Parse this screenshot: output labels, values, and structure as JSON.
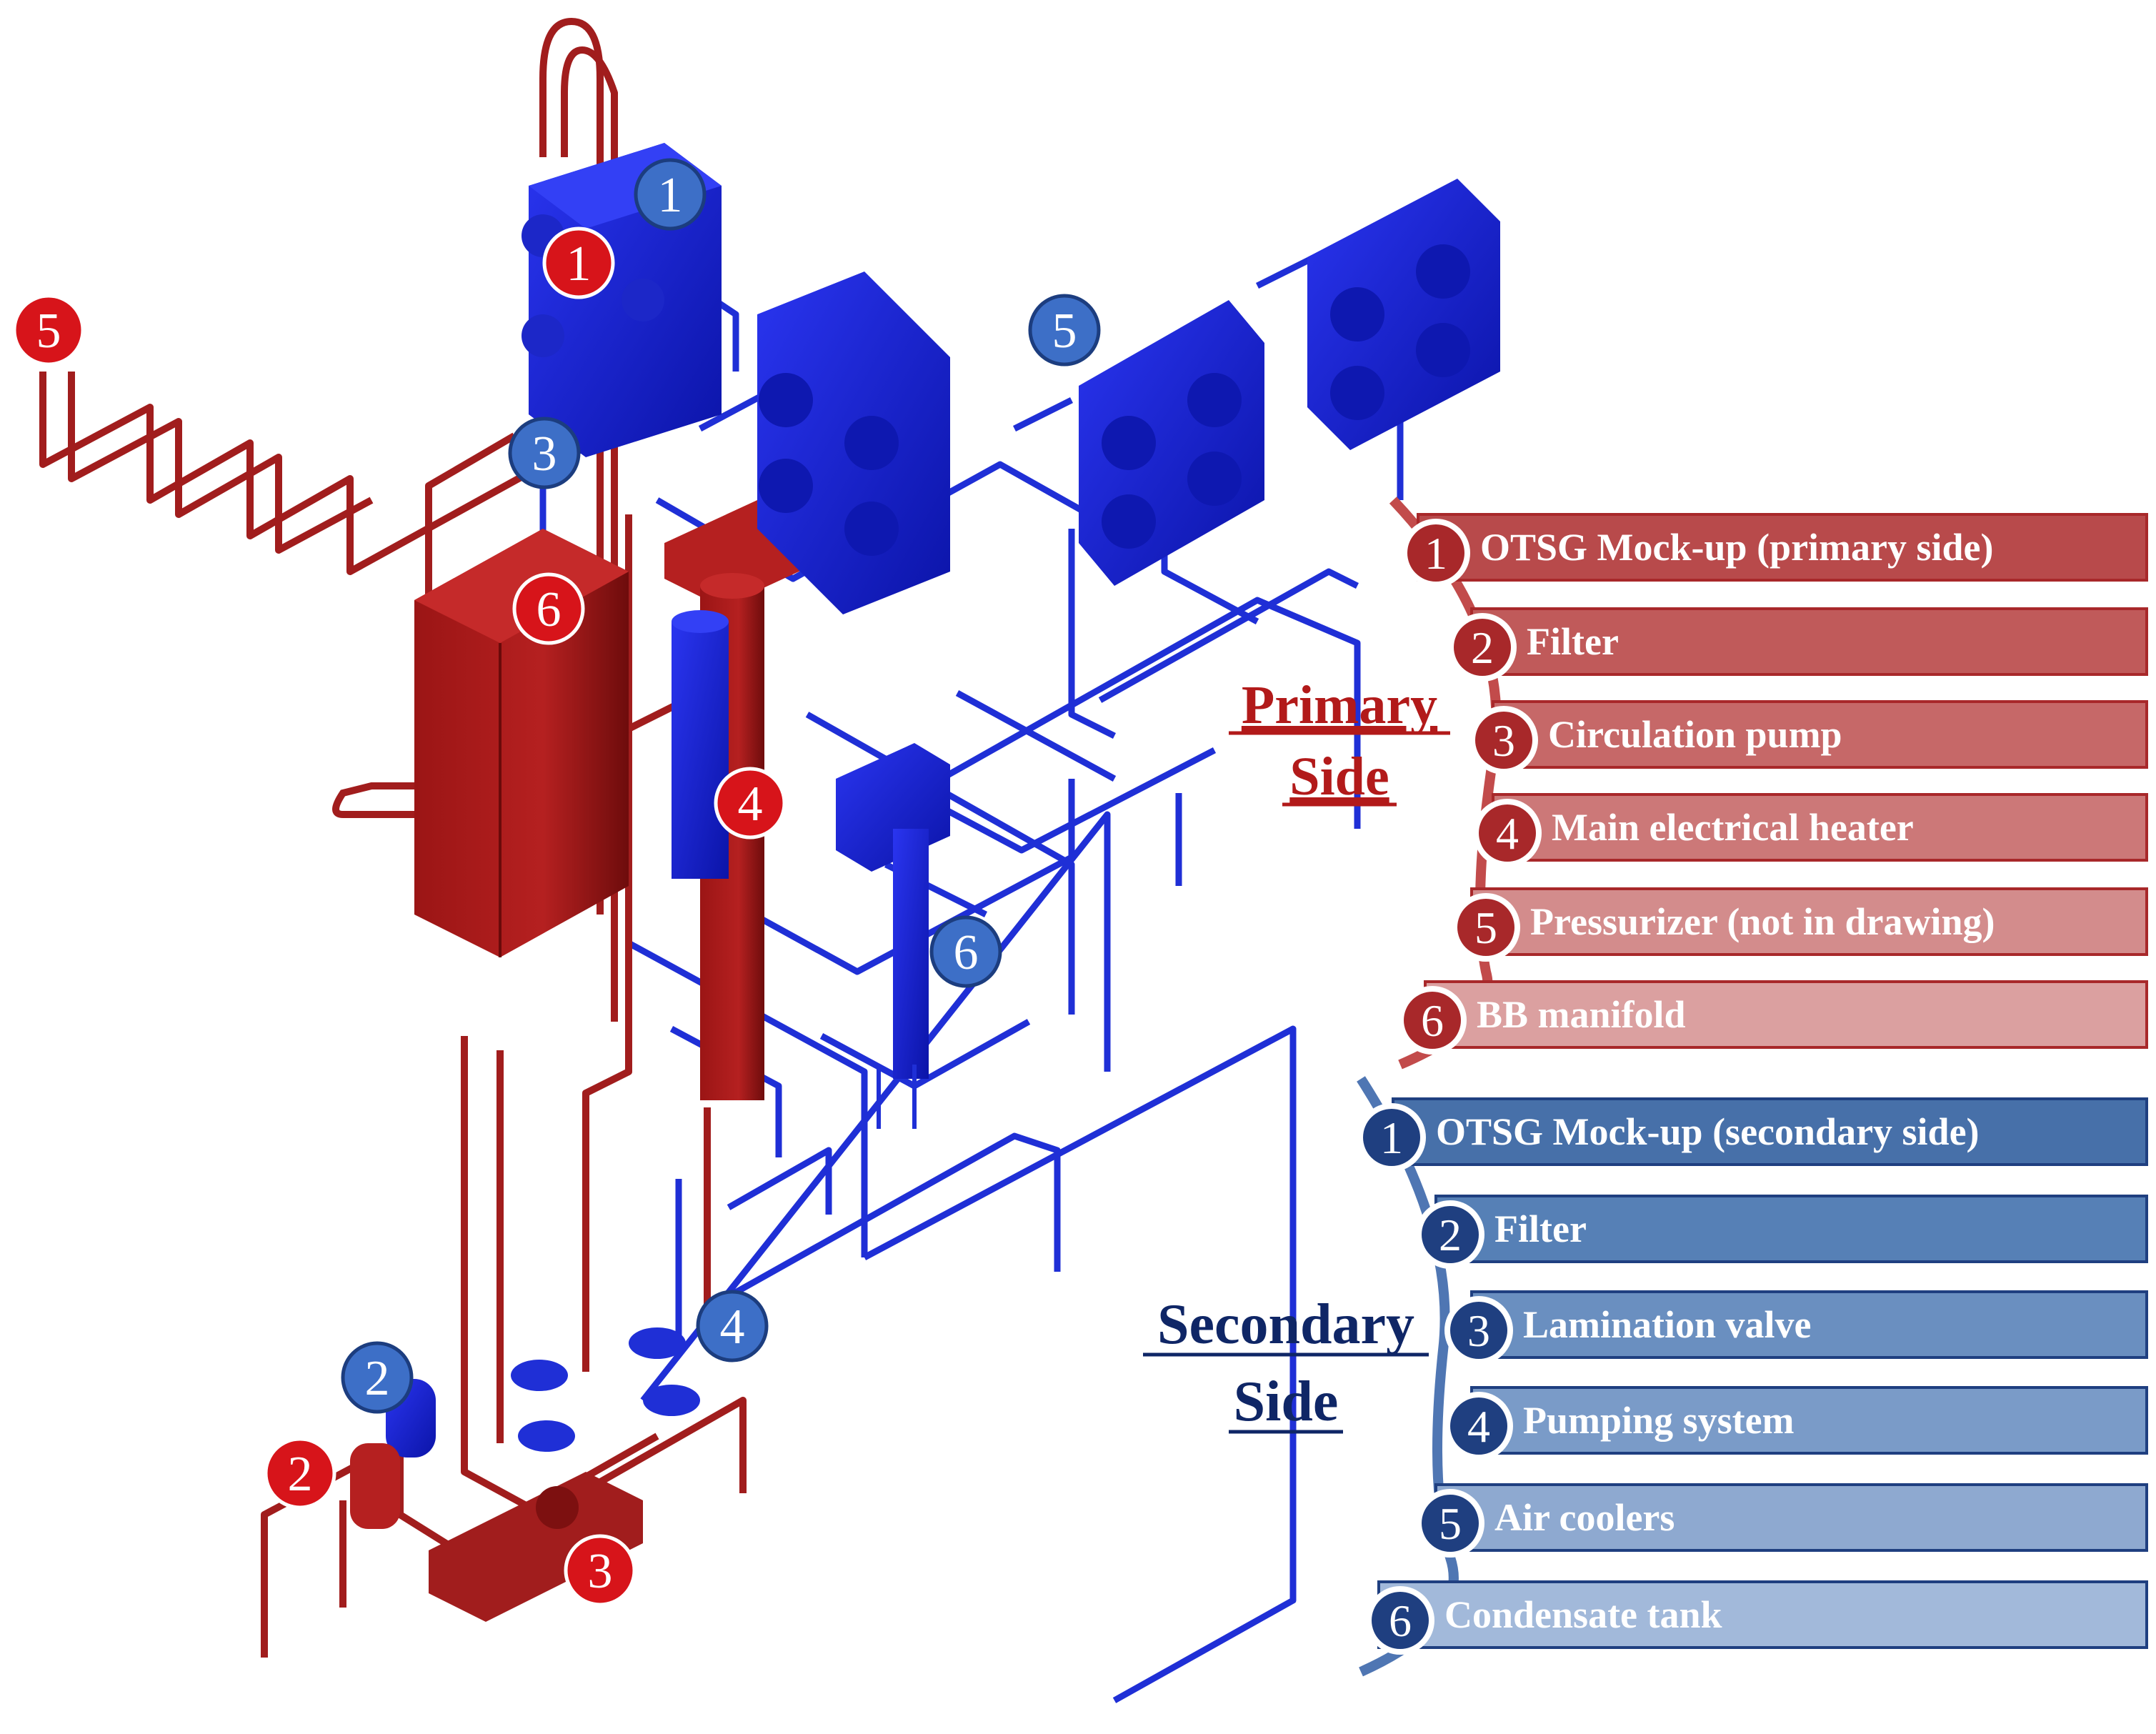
{
  "colors": {
    "primary_pipe": "#a11d1d",
    "primary_dark": "#7d1010",
    "secondary_pipe": "#1f2fd6",
    "secondary_dark": "#0d17a0",
    "primary_marker": "#d7141a",
    "secondary_marker": "#3d6fc7",
    "primary_title": "#b21a1a",
    "secondary_title": "#0f2666"
  },
  "primary": {
    "title_line1": "Primary",
    "title_line2": "Side",
    "items": [
      {
        "num": "1",
        "label": "OTSG Mock-up (primary side)",
        "color": "#b84a4b"
      },
      {
        "num": "2",
        "label": "Filter",
        "color": "#c05a5a"
      },
      {
        "num": "3",
        "label": "Circulation pump",
        "color": "#c66868"
      },
      {
        "num": "4",
        "label": "Main electrical heater",
        "color": "#cc7878"
      },
      {
        "num": "5",
        "label": "Pressurizer (not in drawing)",
        "color": "#d38c8c"
      },
      {
        "num": "6",
        "label": "BB manifold",
        "color": "#dba0a0"
      }
    ]
  },
  "secondary": {
    "title_line1": "Secondary",
    "title_line2": "Side",
    "items": [
      {
        "num": "1",
        "label": "OTSG Mock-up (secondary side)",
        "color": "#4770a9"
      },
      {
        "num": "2",
        "label": "Filter",
        "color": "#5680b6"
      },
      {
        "num": "3",
        "label": "Lamination valve",
        "color": "#6a8fc0"
      },
      {
        "num": "4",
        "label": "Pumping system",
        "color": "#7a9bc8"
      },
      {
        "num": "5",
        "label": "Air coolers",
        "color": "#8ea9d0"
      },
      {
        "num": "6",
        "label": "Condensate tank",
        "color": "#a2b9da"
      }
    ]
  },
  "markers": {
    "primary": [
      "1",
      "2",
      "3",
      "4",
      "5",
      "6"
    ],
    "secondary": [
      "1",
      "2",
      "3",
      "4",
      "5",
      "6"
    ]
  }
}
